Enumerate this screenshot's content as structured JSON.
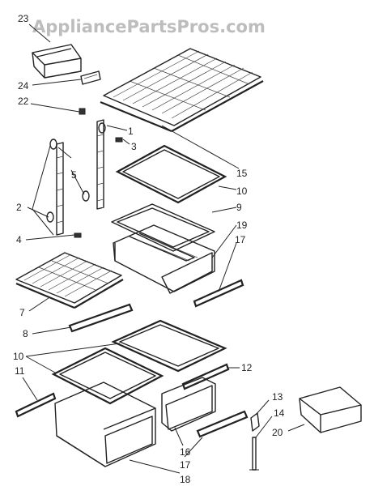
{
  "watermark": "AppliancePartsPros.com",
  "callouts": {
    "c23": "23",
    "c24": "24",
    "c22": "22",
    "c1": "1",
    "c3": "3",
    "c15": "15",
    "c5": "5",
    "c10a": "10",
    "c9": "9",
    "c2": "2",
    "c19": "19",
    "c17a": "17",
    "c4": "4",
    "c7": "7",
    "c8": "8",
    "c10b": "10",
    "c12": "12",
    "c11": "11",
    "c13": "13",
    "c14": "14",
    "c20": "20",
    "c16": "16",
    "c17b": "17",
    "c18": "18"
  }
}
